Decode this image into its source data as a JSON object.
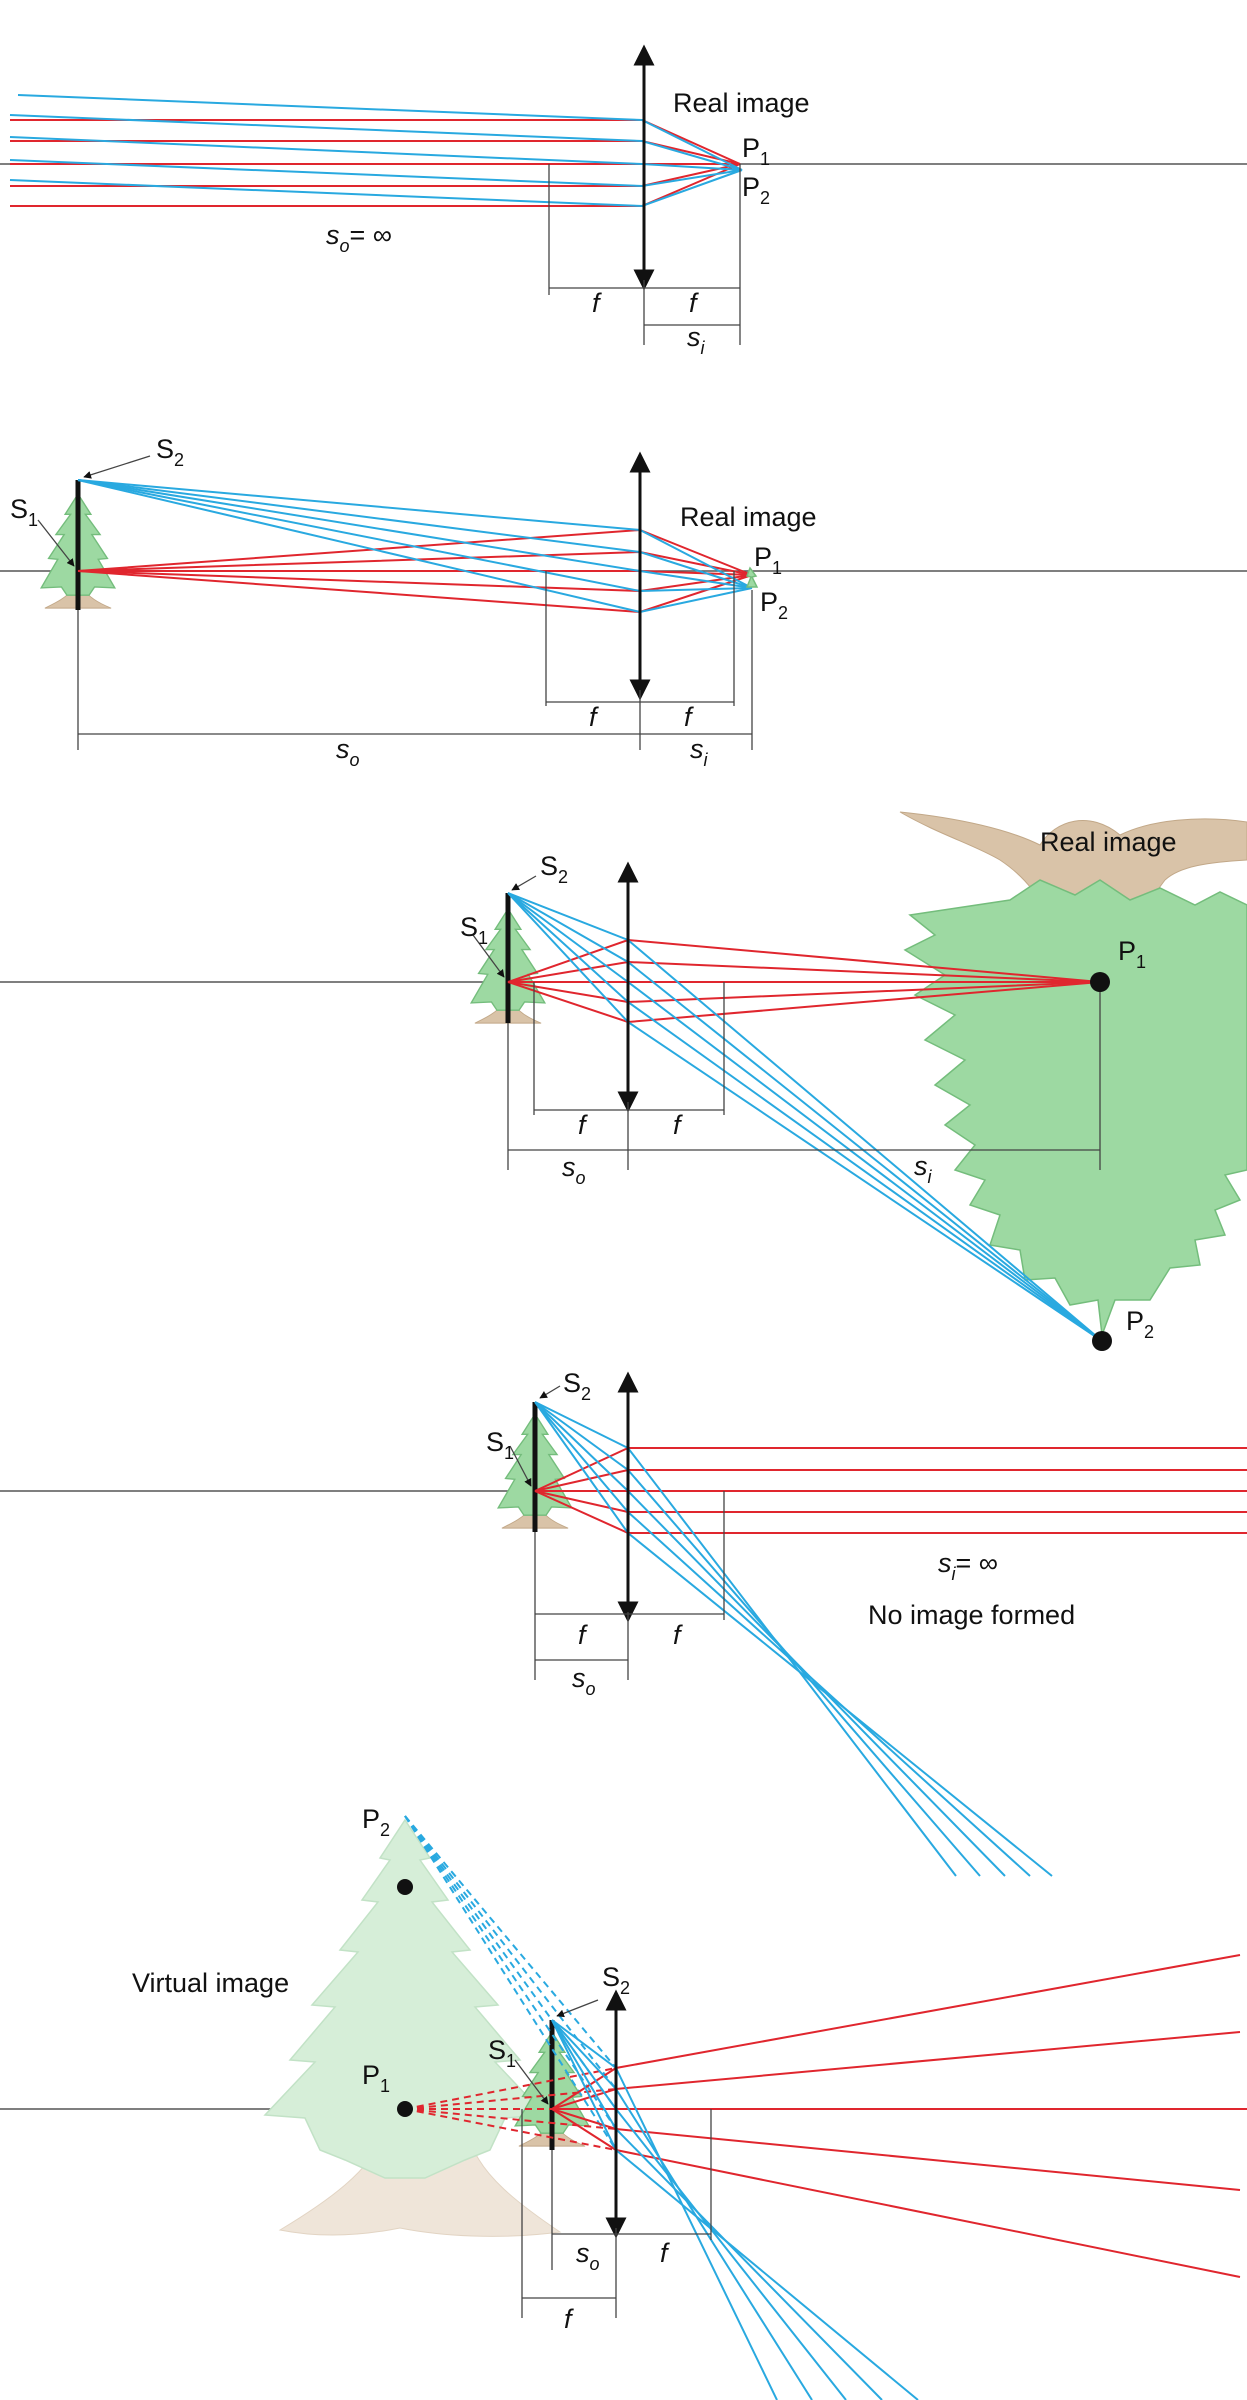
{
  "panels": [
    {
      "image_label": "Real image",
      "p1": "P",
      "p1_sub": "1",
      "p2": "P",
      "p2_sub": "2",
      "so_text": "s",
      "so_sub": "o",
      "so_eq": "= ∞",
      "f_left": "f",
      "f_right": "f",
      "si_text": "s",
      "si_sub": "i"
    },
    {
      "image_label": "Real image",
      "s1": "S",
      "s1_sub": "1",
      "s2": "S",
      "s2_sub": "2",
      "p1": "P",
      "p1_sub": "1",
      "p2": "P",
      "p2_sub": "2",
      "f_left": "f",
      "f_right": "f",
      "so_text": "s",
      "so_sub": "o",
      "si_text": "s",
      "si_sub": "i"
    },
    {
      "image_label": "Real image",
      "s1": "S",
      "s1_sub": "1",
      "s2": "S",
      "s2_sub": "2",
      "p1": "P",
      "p1_sub": "1",
      "p2": "P",
      "p2_sub": "2",
      "f_left": "f",
      "f_right": "f",
      "so_text": "s",
      "so_sub": "o",
      "si_text": "s",
      "si_sub": "i"
    },
    {
      "s1": "S",
      "s1_sub": "1",
      "s2": "S",
      "s2_sub": "2",
      "f_left": "f",
      "f_right": "f",
      "so_text": "s",
      "so_sub": "o",
      "si_text": "s",
      "si_sub": "i",
      "si_eq": "= ∞",
      "note": "No image formed"
    },
    {
      "image_label": "Virtual image",
      "s1": "S",
      "s1_sub": "1",
      "s2": "S",
      "s2_sub": "2",
      "p1": "P",
      "p1_sub": "1",
      "p2": "P",
      "p2_sub": "2",
      "so_text": "s",
      "so_sub": "o",
      "f_right": "f",
      "f_bottom": "f"
    }
  ],
  "colors": {
    "ray_object_base": "#e0262e",
    "ray_object_top": "#29a9e0",
    "tree_foliage": "#9dd9a2",
    "tree_trunk": "#d9c3a8"
  }
}
